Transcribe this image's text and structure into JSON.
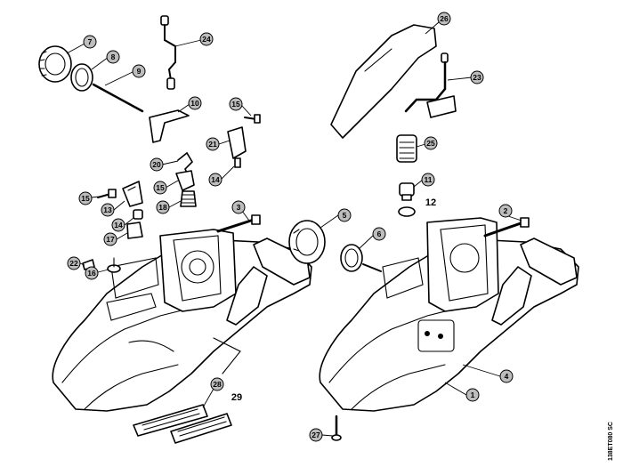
{
  "diagram": {
    "callouts": [
      {
        "id": "c7",
        "label": "7"
      },
      {
        "id": "c8",
        "label": "8"
      },
      {
        "id": "c9",
        "label": "9"
      },
      {
        "id": "c10",
        "label": "10"
      },
      {
        "id": "c24",
        "label": "24"
      },
      {
        "id": "c15a",
        "label": "15"
      },
      {
        "id": "c21",
        "label": "21"
      },
      {
        "id": "c20",
        "label": "20"
      },
      {
        "id": "c15b",
        "label": "15"
      },
      {
        "id": "c14a",
        "label": "14"
      },
      {
        "id": "c15c",
        "label": "15"
      },
      {
        "id": "c13",
        "label": "13"
      },
      {
        "id": "c14b",
        "label": "14"
      },
      {
        "id": "c18",
        "label": "18"
      },
      {
        "id": "c17",
        "label": "17"
      },
      {
        "id": "c3",
        "label": "3"
      },
      {
        "id": "c22",
        "label": "22"
      },
      {
        "id": "c16",
        "label": "16"
      },
      {
        "id": "c28",
        "label": "28"
      },
      {
        "id": "c26",
        "label": "26"
      },
      {
        "id": "c23",
        "label": "23"
      },
      {
        "id": "c25",
        "label": "25"
      },
      {
        "id": "c11",
        "label": "11"
      },
      {
        "id": "c2",
        "label": "2"
      },
      {
        "id": "c5",
        "label": "5"
      },
      {
        "id": "c6",
        "label": "6"
      },
      {
        "id": "c4",
        "label": "4"
      },
      {
        "id": "c1",
        "label": "1"
      },
      {
        "id": "c27",
        "label": "27"
      }
    ],
    "plain_labels": {
      "twelve": "12",
      "twentynine": "29"
    },
    "doc_id": "138ET080 SC"
  }
}
